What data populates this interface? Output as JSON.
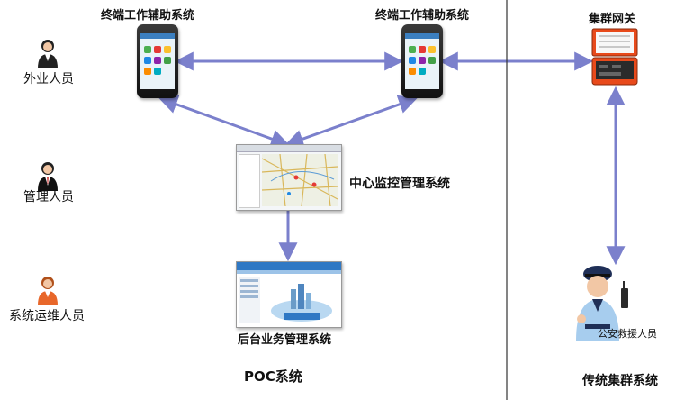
{
  "terminal_left_label": "终端工作辅助系统",
  "terminal_right_label": "终端工作辅助系统",
  "gateway_label": "集群网关",
  "center_label": "中心监控管理系统",
  "backend_label": "后台业务管理系统",
  "roles": [
    "外业人员",
    "管理人员",
    "系统运维人员"
  ],
  "police_label": "公安救援人员",
  "poc_label": "POC系统",
  "legacy_label": "传统集群系统",
  "colors": {
    "arrow": "#7b80cc",
    "divider": "#333333",
    "gateway": "#e84a1b",
    "screen_blue": "#2f78c4"
  }
}
